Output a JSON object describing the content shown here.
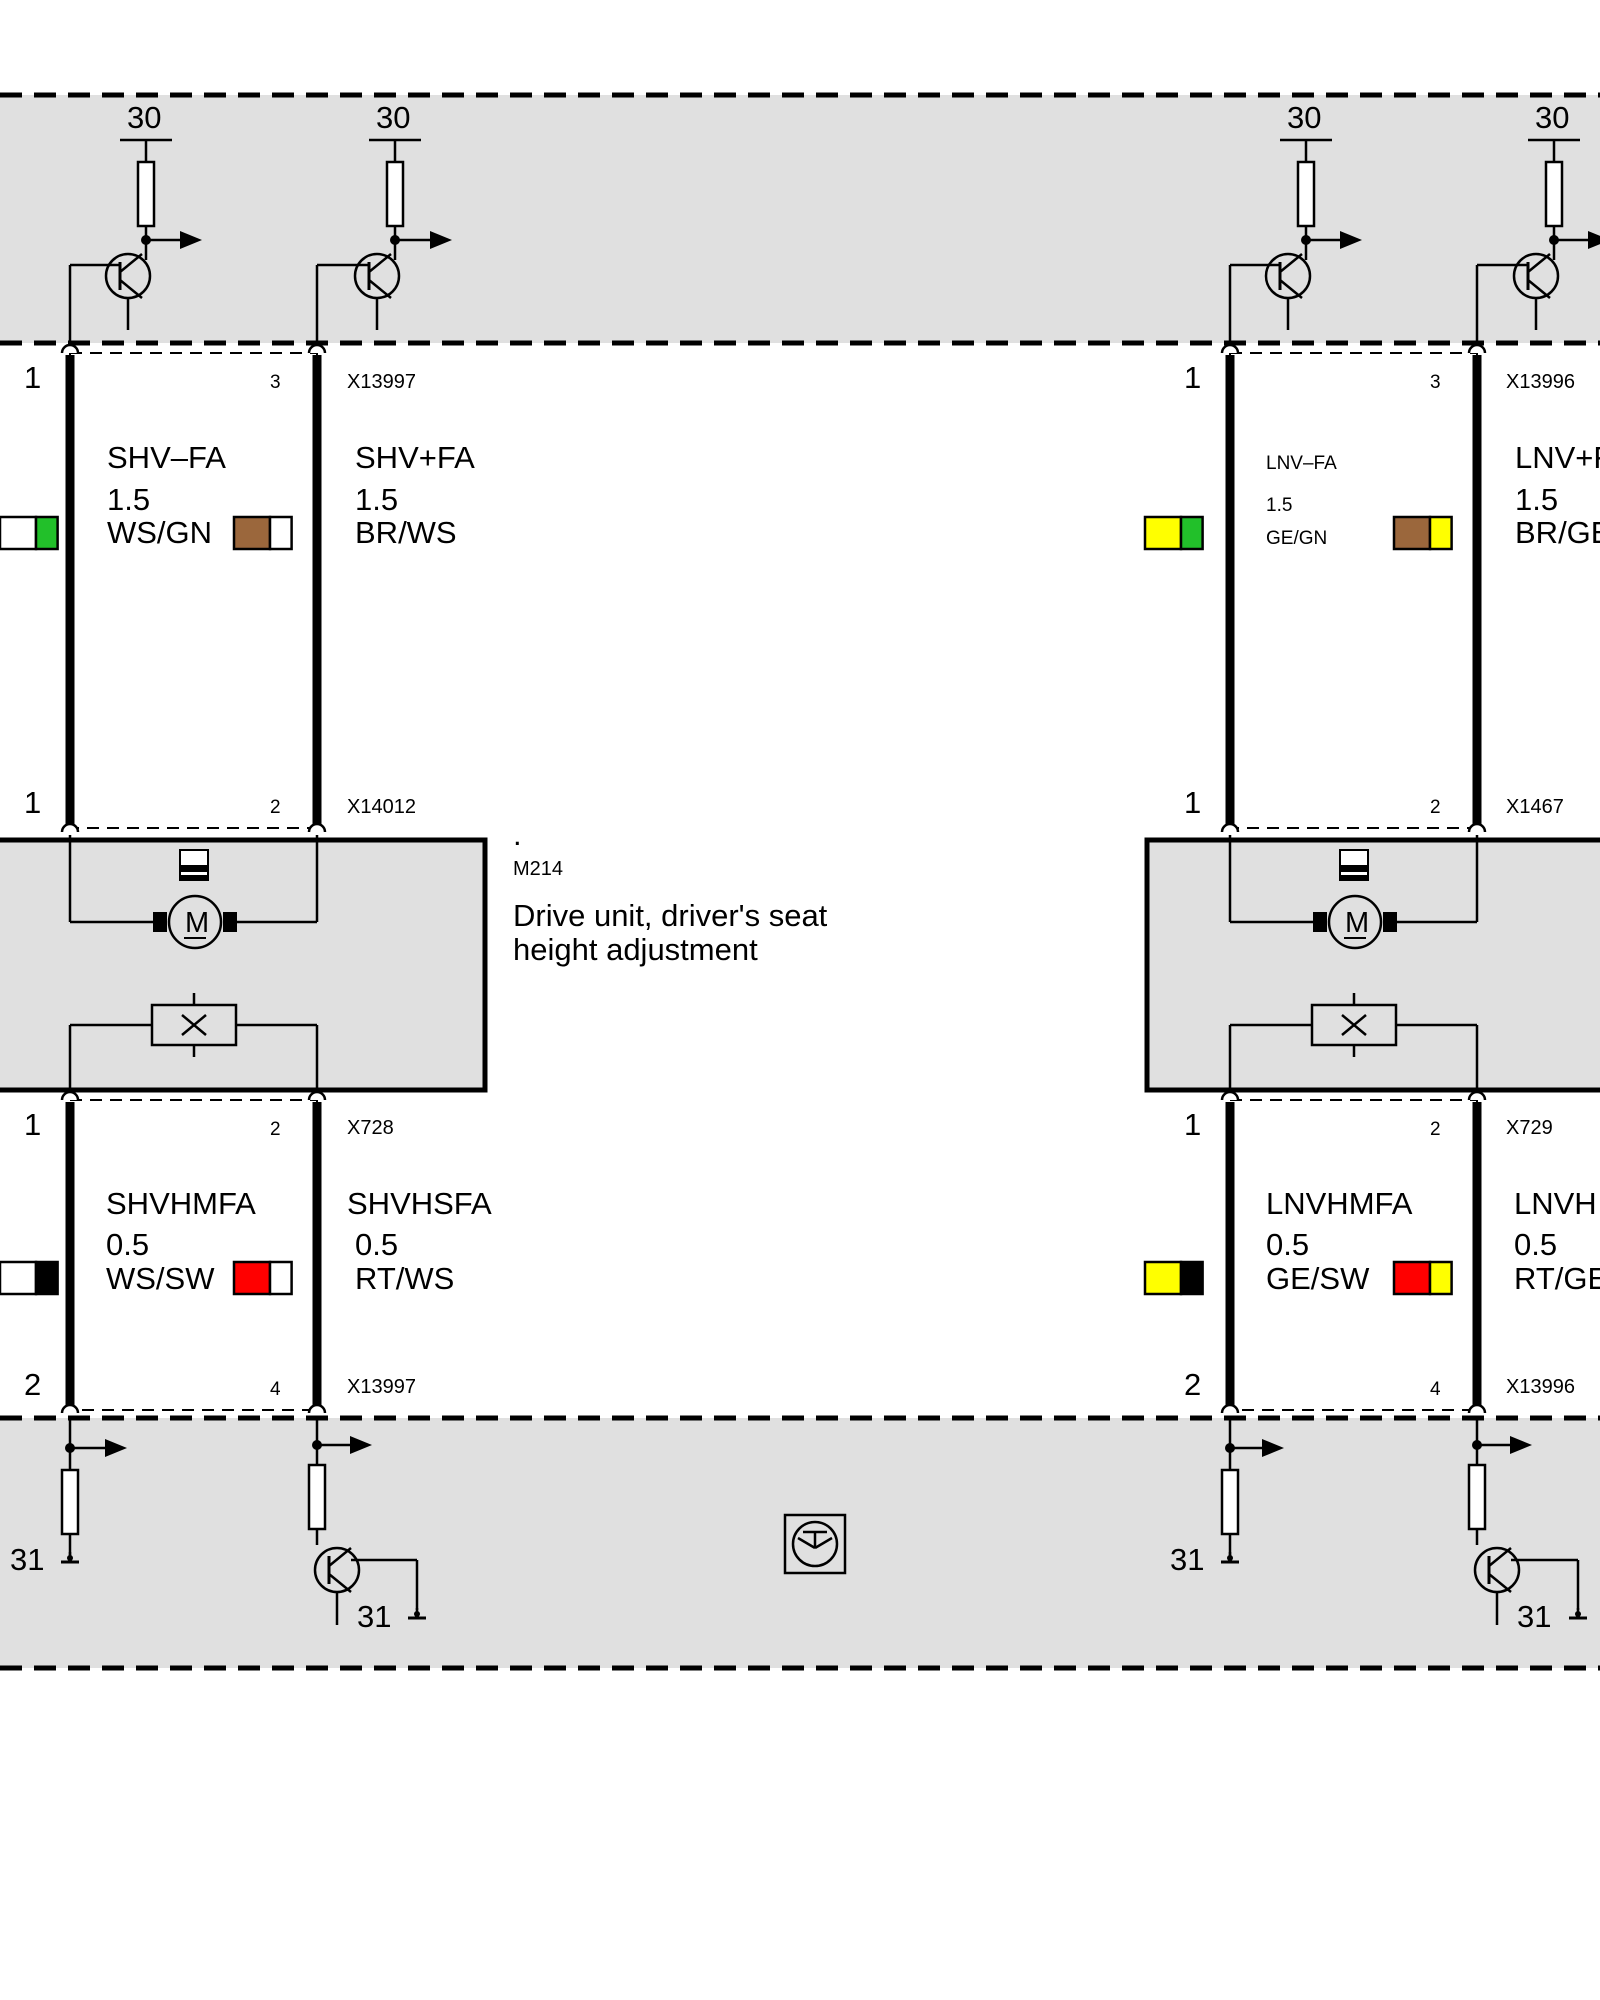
{
  "terminals": {
    "supply": "30",
    "ground": "31"
  },
  "connector_pins": {
    "p1": "1",
    "p2": "2",
    "p3": "3",
    "p4": "4"
  },
  "component": {
    "dot": ".",
    "id": "M214",
    "desc_line1": "Drive unit, driver's seat",
    "desc_line2": "height adjustment",
    "motor_symbol": "M"
  },
  "left": {
    "conn_top": "X13997",
    "conn_mid_top": "X14012",
    "conn_mid_bottom": "X728",
    "conn_bottom": "X13997",
    "wires": [
      {
        "name": "SHV–FA",
        "size": "1.5",
        "color": "WS/GN",
        "colors": [
          "#ffffff",
          "#22c02a"
        ]
      },
      {
        "name": "SHV+FA",
        "size": "1.5",
        "color": "BR/WS",
        "colors": [
          "#9b673c",
          "#ffffff"
        ]
      },
      {
        "name": "SHVHMFA",
        "size": "0.5",
        "color": "WS/SW",
        "colors": [
          "#ffffff",
          "#000000"
        ]
      },
      {
        "name": "SHVHSFA",
        "size": "0.5",
        "color": "RT/WS",
        "colors": [
          "#ff0000",
          "#ffffff"
        ]
      }
    ]
  },
  "right": {
    "conn_top": "X13996",
    "conn_mid_top": "X1467",
    "conn_mid_bottom": "X729",
    "conn_bottom": "X13996",
    "wires": [
      {
        "name": "LNV–FA",
        "size": "1.5",
        "color": "GE/GN",
        "colors": [
          "#ffff00",
          "#22c02a"
        ]
      },
      {
        "name": "LNV+F",
        "size": "1.5",
        "color": "BR/GE",
        "colors": [
          "#9b673c",
          "#ffff00"
        ]
      },
      {
        "name": "LNVHMFA",
        "size": "0.5",
        "color": "GE/SW",
        "colors": [
          "#ffff00",
          "#000000"
        ]
      },
      {
        "name": "LNVH",
        "size": "0.5",
        "color": "RT/GE",
        "colors": [
          "#ff0000",
          "#ffff00"
        ]
      }
    ]
  },
  "icons": {
    "transistor": "npn-transistor-icon",
    "motor": "motor-icon",
    "hall_sensor": "sensor-icon",
    "ground": "ground-icon",
    "control_unit": "control-unit-icon"
  }
}
